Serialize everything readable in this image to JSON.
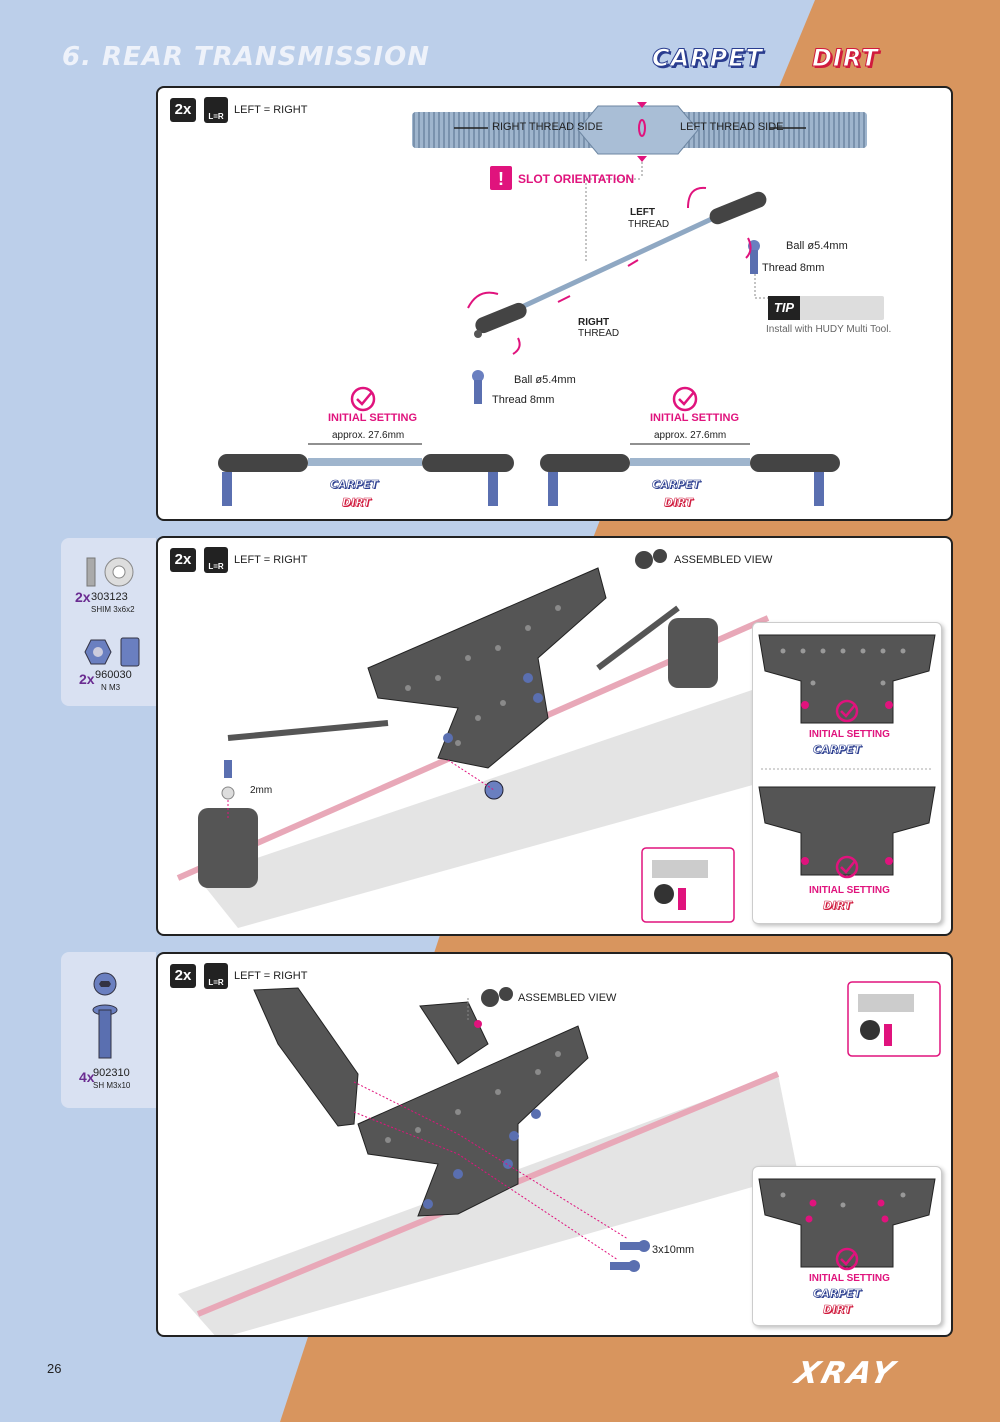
{
  "header": {
    "title": "6. REAR TRANSMISSION",
    "brand_carpet": "CARPET",
    "brand_dirt": "DIRT"
  },
  "panel1": {
    "qty": "2x",
    "lr_icon_text": "L=R",
    "left_right": "LEFT = RIGHT",
    "right_thread_side": "RIGHT THREAD SIDE",
    "left_thread_side": "LEFT THREAD SIDE",
    "slot_orientation": "SLOT ORIENTATION",
    "left_thread": "LEFT\nTHREAD",
    "left_word": "LEFT",
    "thread_word": "THREAD",
    "right_word": "RIGHT",
    "ball_top": "Ball ø5.4mm",
    "thread_top": "Thread 8mm",
    "ball_bottom": "Ball ø5.4mm",
    "thread_bottom": "Thread 8mm",
    "tip_label": "TIP",
    "tip_text": "Install with HUDY Multi Tool.",
    "initial_setting_1": "INITIAL SETTING",
    "initial_setting_2": "INITIAL SETTING",
    "approx_1": "approx. 27.6mm",
    "approx_2": "approx. 27.6mm",
    "carpet": "CARPET",
    "dirt": "DIRT"
  },
  "side1": {
    "part1_qty": "2x",
    "part1_id": "303123",
    "part1_desc": "SHIM 3x6x2",
    "part2_qty": "2x",
    "part2_id": "960030",
    "part2_desc": "N M3"
  },
  "panel2": {
    "qty": "2x",
    "lr_icon_text": "L=R",
    "left_right": "LEFT = RIGHT",
    "assembled_view": "ASSEMBLED VIEW",
    "shim_label": "2mm",
    "initial_setting_carpet": "INITIAL SETTING",
    "carpet": "CARPET",
    "initial_setting_dirt": "INITIAL SETTING",
    "dirt": "DIRT"
  },
  "side2": {
    "part_qty": "4x",
    "part_id": "902310",
    "part_desc": "SH M3x10"
  },
  "panel3": {
    "qty": "2x",
    "lr_icon_text": "L=R",
    "left_right": "LEFT = RIGHT",
    "assembled_view": "ASSEMBLED VIEW",
    "screw_label": "3x10mm",
    "initial_setting": "INITIAL SETTING",
    "carpet": "CARPET",
    "dirt": "DIRT"
  },
  "footer": {
    "page_number": "26",
    "logo": "XRAY"
  },
  "colors": {
    "accent_pink": "#e0137d",
    "carpet_blue": "#2a3d8f",
    "dirt_red": "#d01a3d",
    "bg_blue": "#bccfea",
    "bg_orange": "#d8955e"
  }
}
